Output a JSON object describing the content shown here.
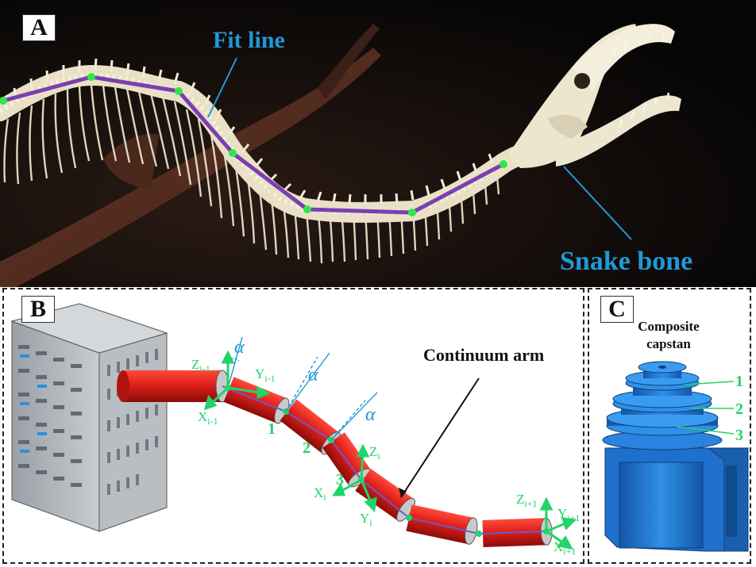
{
  "panels": {
    "a": {
      "label": "A",
      "fit_line_label": "Fit line",
      "snake_bone_label": "Snake bone"
    },
    "b": {
      "label": "B",
      "continuum_arm_label": "Continuum arm",
      "angle_symbol": "α",
      "frame_labels": {
        "z_prev": "Z",
        "z_prev_sub": "i-1",
        "y_prev": "Y",
        "y_prev_sub": "i-1",
        "x_prev": "X",
        "x_prev_sub": "i-1",
        "z_cur": "Z",
        "z_cur_sub": "i",
        "x_cur": "X",
        "x_cur_sub": "i",
        "y_cur": "Y",
        "y_cur_sub": "i",
        "z_next": "Z",
        "z_next_sub": "i+1",
        "y_next": "Y",
        "y_next_sub": "i+1",
        "x_next": "X",
        "x_next_sub": "i+1"
      },
      "segment_numbers": [
        "1",
        "2",
        "3"
      ]
    },
    "c": {
      "label": "C",
      "title_line1": "Composite",
      "title_line2": "capstan",
      "capstan_numbers": [
        "1",
        "2",
        "3"
      ]
    }
  },
  "colors": {
    "fit_line": "#7a3fb0",
    "fit_points": "#2ee84a",
    "label_blue": "#1e9ad6",
    "arm_red": "#e0201a",
    "frame_green": "#22d468",
    "capstan_blue": "#1f7fd6"
  }
}
